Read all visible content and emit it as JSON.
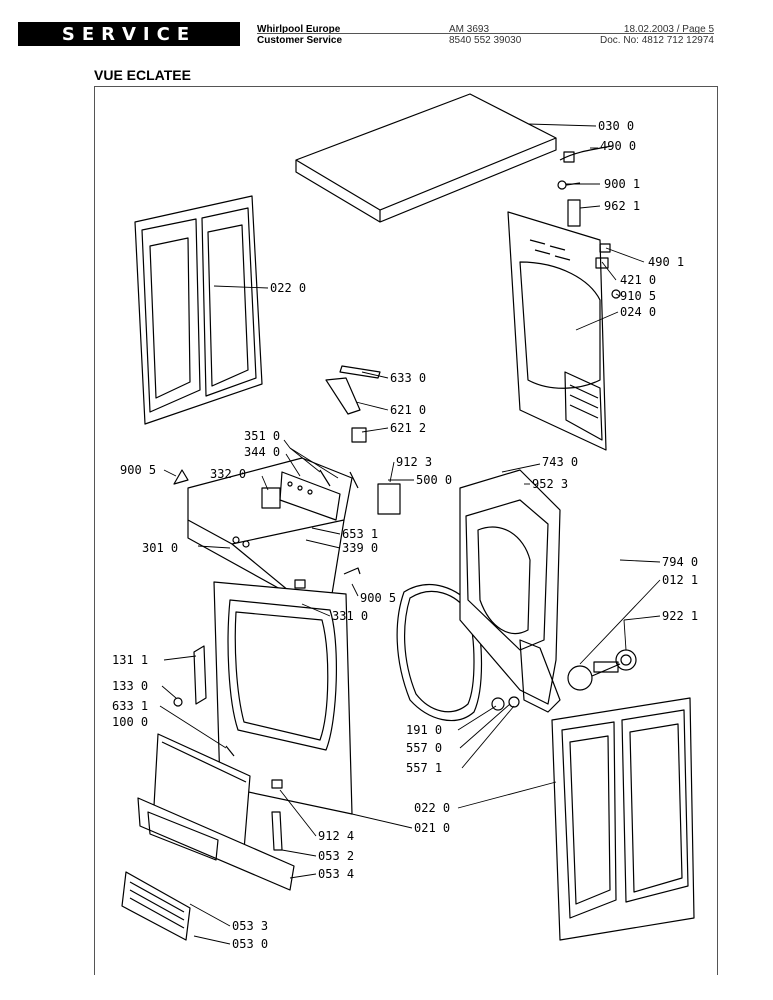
{
  "header": {
    "service_label": "SERVICE",
    "company_line1": "Whirlpool Europe",
    "company_line2": "Customer Service",
    "model_line1": "AM 3693",
    "model_line2": "8540 552 39030",
    "date_page": "18.02.2003 / Page 5",
    "doc_no": "Doc. No: 4812 712 12974"
  },
  "section_title": "VUE ECLATEE",
  "part_labels": {
    "p030_0": "030 0",
    "p490_0": "490 0",
    "p900_1": "900 1",
    "p962_1": "962 1",
    "p022_0_top": "022 0",
    "p490_1": "490 1",
    "p421_0": "421 0",
    "p910_5": "910 5",
    "p024_0": "024 0",
    "p633_0": "633 0",
    "p621_0": "621 0",
    "p621_2": "621 2",
    "p351_0": "351 0",
    "p344_0": "344 0",
    "p912_3": "912 3",
    "p743_0": "743 0",
    "p900_5_left": "900 5",
    "p332_0": "332 0",
    "p500_0": "500 0",
    "p952_3": "952 3",
    "p653_1": "653 1",
    "p339_0": "339 0",
    "p301_0": "301 0",
    "p794_0": "794 0",
    "p012_1": "012 1",
    "p900_5_right": "900 5",
    "p331_0": "331 0",
    "p922_1": "922 1",
    "p131_1": "131 1",
    "p133_0": "133 0",
    "p633_1": "633 1",
    "p100_0": "100 0",
    "p191_0": "191 0",
    "p557_0": "557 0",
    "p557_1": "557 1",
    "p022_0_bottom": "022 0",
    "p021_0": "021 0",
    "p912_4": "912 4",
    "p053_2": "053 2",
    "p053_4": "053 4",
    "p053_3": "053 3",
    "p053_0": "053 0"
  }
}
